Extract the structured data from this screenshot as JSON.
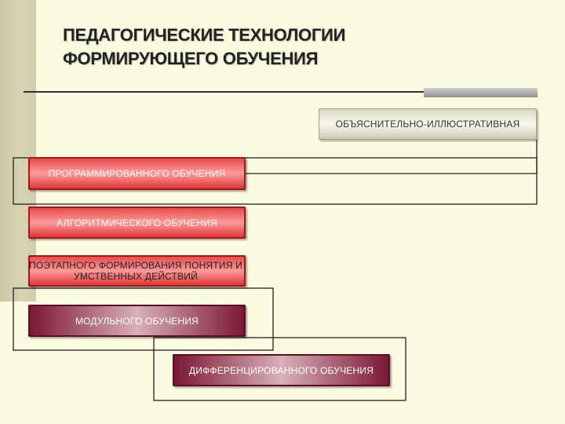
{
  "title": {
    "line1": "ПЕДАГОГИЧЕСКИЕ ТЕХНОЛОГИИ",
    "line2": "ФОРМИРУЮЩЕГО ОБУЧЕНИЯ"
  },
  "nodes": {
    "explanatory": "ОБЪЯСНИТЕЛЬНО-ИЛЛЮСТРАТИВНАЯ",
    "programmed": "ПРОГРАММИРОВАННОГО ОБУЧЕНИЯ",
    "algorithmic": "АЛГОРИТМИЧЕСКОГО ОБУЧЕНИЯ",
    "stepwise_line1": "ПОЭТАПНОГО ФОРМИРОВАНИЯ ПОНЯТИЯ И",
    "stepwise_line2": "УМСТВЕННЫХ ДЕЙСТВИЙ",
    "modular": "МОДУЛЬНОГО ОБУЧЕНИЯ",
    "differentiated": "ДИФФЕРЕНЦИРОВАННОГО ОБУЧЕНИЯ"
  },
  "colors": {
    "background": "#fbfbe1",
    "red": "#e03a3a",
    "maroon": "#7a1530",
    "beige": "#e8e8d4",
    "lines": "#222222"
  }
}
